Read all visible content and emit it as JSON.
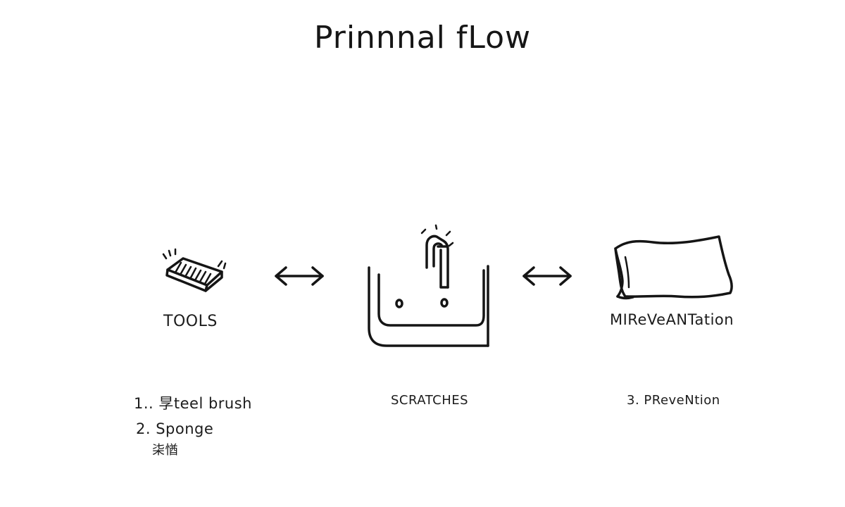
{
  "diagram": {
    "title": "Prinnnal fLow",
    "nodes": {
      "tools": {
        "label": "TOOLS",
        "icon": "brush-icon"
      },
      "sink": {
        "label": "SCRATCHES",
        "icon": "sink-icon"
      },
      "cloth": {
        "label": "MIReVeANTation",
        "icon": "cloth-icon"
      }
    },
    "tool_items": [
      "1.. 㫗teel brush",
      "2. Sponge",
      "㭍㥢"
    ],
    "prevention_item": "3. PReveNtion",
    "connectors": [
      {
        "from": "tools",
        "to": "sink",
        "icon": "double-arrow-icon"
      },
      {
        "from": "sink",
        "to": "cloth",
        "icon": "double-arrow-icon"
      }
    ]
  }
}
